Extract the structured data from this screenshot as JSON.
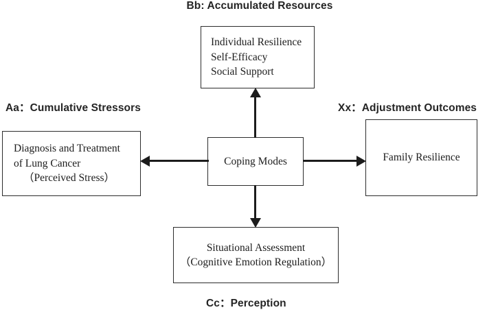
{
  "figure": {
    "type": "conceptual-framework-diagram",
    "captions": {
      "top": "Bb: Accumulated Resources",
      "left": "Aa：Cumulative Stressors",
      "right": "Xx：Adjustment Outcomes",
      "bottom": "Cc：Perception"
    },
    "boxes": {
      "top": {
        "name": "accumulated-resources",
        "lines": [
          "Individual Resilience",
          "Self-Efficacy",
          "Social Support"
        ]
      },
      "left": {
        "name": "cumulative-stressors",
        "lines": [
          "Diagnosis and Treatment",
          "of Lung Cancer",
          "（Perceived Stress）"
        ]
      },
      "center": {
        "name": "coping-modes",
        "lines": [
          "Coping Modes"
        ]
      },
      "right": {
        "name": "adjustment-outcomes",
        "lines": [
          "Family Resilience"
        ]
      },
      "bottom": {
        "name": "perception",
        "lines": [
          "Situational Assessment",
          "（Cognitive Emotion Regulation）"
        ]
      }
    },
    "arrows": [
      {
        "name": "coping-to-stressors",
        "direction": "left",
        "from": "center",
        "to": "left"
      },
      {
        "name": "coping-to-outcomes",
        "direction": "right",
        "from": "center",
        "to": "right"
      },
      {
        "name": "coping-to-resources",
        "direction": "up",
        "from": "center",
        "to": "top"
      },
      {
        "name": "coping-to-perception",
        "direction": "down",
        "from": "center",
        "to": "bottom"
      }
    ],
    "colors": {
      "background": "#ffffff",
      "stroke": "#2b2b2b",
      "text": "#1c1c1c",
      "caption_text": "#242424"
    }
  }
}
